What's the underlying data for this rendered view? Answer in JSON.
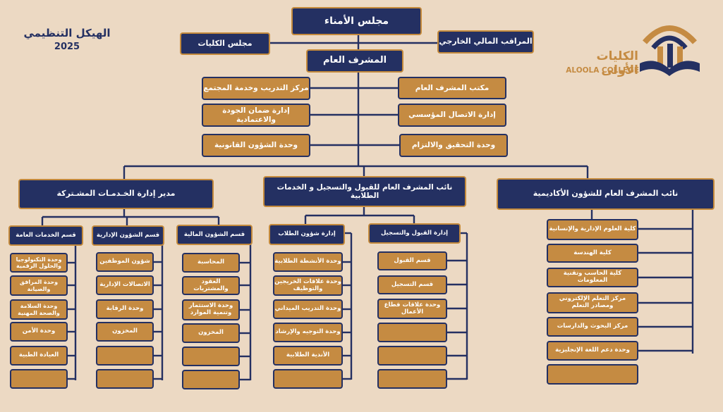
{
  "document": {
    "title": "الهيكل التنظيمي",
    "year": "2025"
  },
  "logo": {
    "name_ar": "الكليات الأولى",
    "name_en": "ALOOLA COLLEGE",
    "colors": {
      "gold": "#c58b42",
      "navy": "#243062"
    }
  },
  "top": {
    "board": "مجلس الأمناء",
    "colleges_council": "مجلس الكليات",
    "external_auditor": "المراقب المالي الخارجي",
    "general_supervisor": "المشرف العام"
  },
  "staff_right": [
    "مكتب المشرف العام",
    "إدارة الاتصال المؤسسي",
    "وحدة التحقيق والالتزام"
  ],
  "staff_left": [
    "مركز  التدريب وخدمة المجتمع",
    "إدارة ضمان الجودة والاعتمادية",
    "وحدة الشؤون القانونية"
  ],
  "deputies": {
    "academic": "نائب المشرف العام للشؤون الأكاديمية",
    "admission": "نائب المشرف العام  للقبول والتسجيل و الخدمات الطلابية",
    "shared_services": "مدير إدارة الخـدمـات المشـتركة"
  },
  "academic_units": [
    "كلية العلوم الإدارية والإنسانية",
    "كلية الهندسة",
    "كلية الحاسب وتقنية المعلومات",
    "مركز التعلم الإلكتروني ومصادر التعلم",
    "مركز البحوث والدارسات",
    "وحدة دعم اللغة الإنجليزية"
  ],
  "admission_dept": {
    "title": "إدارة القبول والتسجيل",
    "items": [
      "قسم القبول",
      "قسم التسجيل",
      "وحدة   علاقات قطاع الأعمال"
    ]
  },
  "student_affairs": {
    "title": "إدارة شؤون الطلاب",
    "items": [
      "وحدة الأنشطة الطلابية",
      "وحدة علاقات الخريجين والتوظيف",
      "وحدة التدريب الميداني",
      "وحدة  التوجيه والإرشاد",
      "الأندية الطلابية"
    ]
  },
  "finance": {
    "title": "قسم الشؤون المالية",
    "items": [
      "المحاسبة",
      "العقود والمشتريات",
      "وحدة الاستثمار وتنمية الموارد",
      "المخزون"
    ]
  },
  "admin_affairs": {
    "title": "قسم الشؤون الإدارية",
    "items": [
      "شؤون الموظفين",
      "الاتصالات الإدارية",
      "وحدة الرقابة",
      "المخزون"
    ]
  },
  "general_services": {
    "title": "قسم الخدمات العامة",
    "items": [
      "وحدة التكنولوجيا والحلول الرقمية",
      "وحدة المرافق والصيانة",
      "وحدة السلامة والصحة المهنية",
      "وحدة الأمن",
      "العيادة الطبية"
    ]
  }
}
